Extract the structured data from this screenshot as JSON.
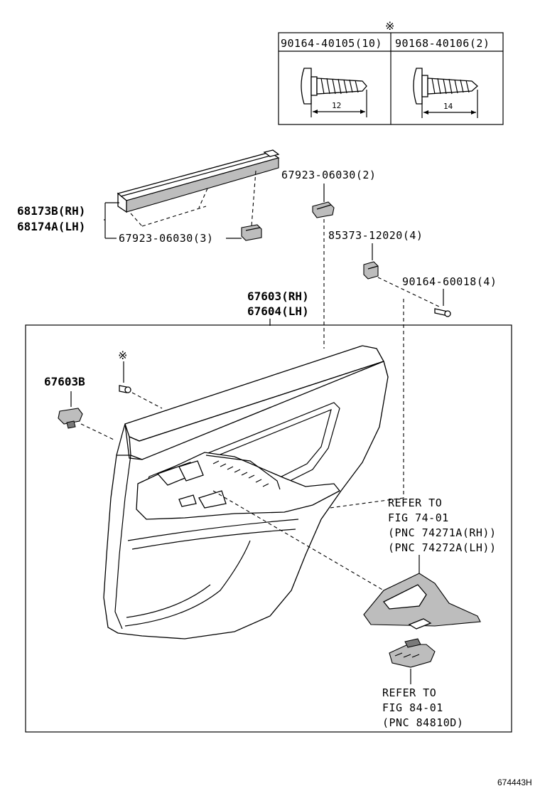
{
  "fastener_table": {
    "marker": "※",
    "col1_part": "90164-40105(10)",
    "col2_part": "90168-40106(2)",
    "col1_dim": "12",
    "col2_dim": "14"
  },
  "labels": {
    "moulding_rh": "68173B(RH)",
    "moulding_lh": "68174A(LH)",
    "clip_a": "67923-06030(3)",
    "clip_b": "67923-06030(2)",
    "nut": "85373-12020(4)",
    "screw": "90164-60018(4)",
    "panel_rh": "67603(RH)",
    "panel_lh": "67604(LH)",
    "clip_c": "67603B",
    "screw_marker": "※",
    "ref1_line1": "REFER TO",
    "ref1_line2": "FIG 74-01",
    "ref1_line3": "(PNC 74271A(RH))",
    "ref1_line4": "(PNC 74272A(LH))",
    "ref2_line1": "REFER TO",
    "ref2_line2": "FIG 84-01",
    "ref2_line3": "(PNC 84810D)",
    "figure_id": "674443H"
  },
  "colors": {
    "line": "#000000",
    "shade": "#bdbdbd",
    "background": "#ffffff"
  }
}
